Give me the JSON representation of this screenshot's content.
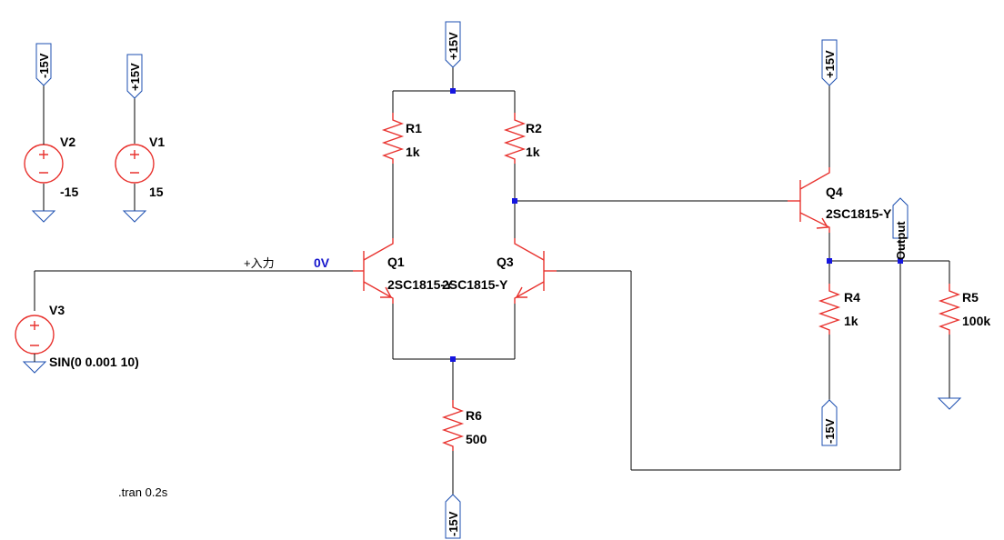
{
  "rails": {
    "v2_top": "-15V",
    "v1_top": "+15V",
    "diff_top": "+15V",
    "q4_top": "+15V",
    "r4_bottom": "-15V",
    "r6_bottom": "-15V",
    "output_flag": "Output"
  },
  "components": {
    "V1": {
      "name": "V1",
      "value": "15"
    },
    "V2": {
      "name": "V2",
      "value": "-15"
    },
    "V3": {
      "name": "V3",
      "value": "SIN(0 0.001 10)"
    },
    "R1": {
      "name": "R1",
      "value": "1k"
    },
    "R2": {
      "name": "R2",
      "value": "1k"
    },
    "R4": {
      "name": "R4",
      "value": "1k"
    },
    "R5": {
      "name": "R5",
      "value": "100k"
    },
    "R6": {
      "name": "R6",
      "value": "500"
    },
    "Q1": {
      "name": "Q1",
      "model": "2SC1815-Y"
    },
    "Q3": {
      "name": "Q3",
      "model": "2SC1815-Y"
    },
    "Q4": {
      "name": "Q4",
      "model": "2SC1815-Y"
    }
  },
  "labels": {
    "input_net": "+入力",
    "input_voltage": "0V",
    "directive": ".tran 0.2s"
  },
  "colors": {
    "wire": "#000000",
    "component": "#e8322e",
    "flag": "#1c4fb0",
    "junction": "#1515e0",
    "voltage_annotation": "#1515cc"
  }
}
